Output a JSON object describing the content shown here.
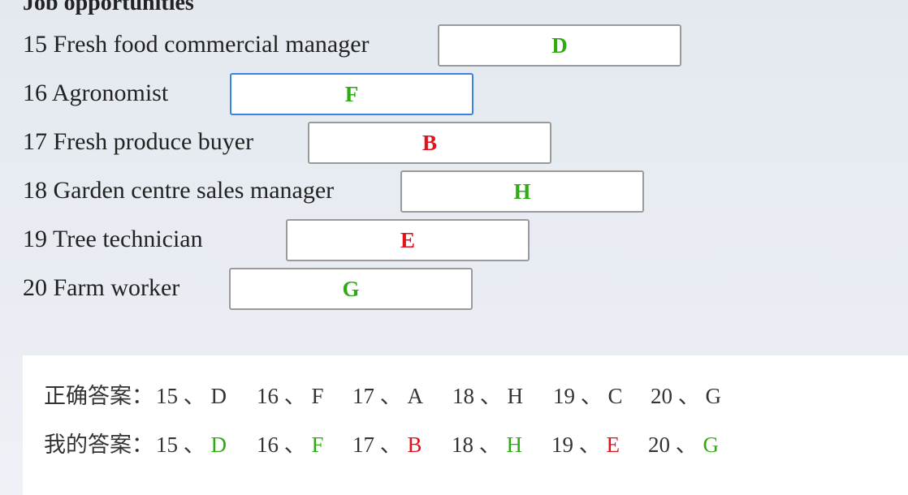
{
  "section": {
    "title": "Job opportunities"
  },
  "questions": [
    {
      "label": "15 Fresh food commercial manager",
      "answer": "D"
    },
    {
      "label": "16 Agronomist",
      "answer": "F"
    },
    {
      "label": "17 Fresh produce buyer",
      "answer": "B"
    },
    {
      "label": "18 Garden centre sales manager",
      "answer": "H"
    },
    {
      "label": "19 Tree technician",
      "answer": "E"
    },
    {
      "label": "20 Farm worker",
      "answer": "G"
    }
  ],
  "results": {
    "correct_label": "正确答案：",
    "my_label": "我的答案：",
    "correct_answers": [
      {
        "num": "15 、",
        "value": "D"
      },
      {
        "num": "16 、",
        "value": "F"
      },
      {
        "num": "17 、",
        "value": "A"
      },
      {
        "num": "18 、",
        "value": "H"
      },
      {
        "num": "19 、",
        "value": "C"
      },
      {
        "num": "20 、",
        "value": "G"
      }
    ],
    "my_answers": [
      {
        "num": "15 、",
        "value": "D",
        "status": "correct"
      },
      {
        "num": "16 、",
        "value": "F",
        "status": "correct"
      },
      {
        "num": "17 、",
        "value": "B",
        "status": "wrong"
      },
      {
        "num": "18 、",
        "value": "H",
        "status": "correct"
      },
      {
        "num": "19 、",
        "value": "E",
        "status": "wrong"
      },
      {
        "num": "20 、",
        "value": "G",
        "status": "correct"
      }
    ]
  },
  "colors": {
    "correct": "#2eaa12",
    "wrong": "#e2121b",
    "focus_border": "#3b82e6",
    "box_border": "#9a9a9a"
  }
}
